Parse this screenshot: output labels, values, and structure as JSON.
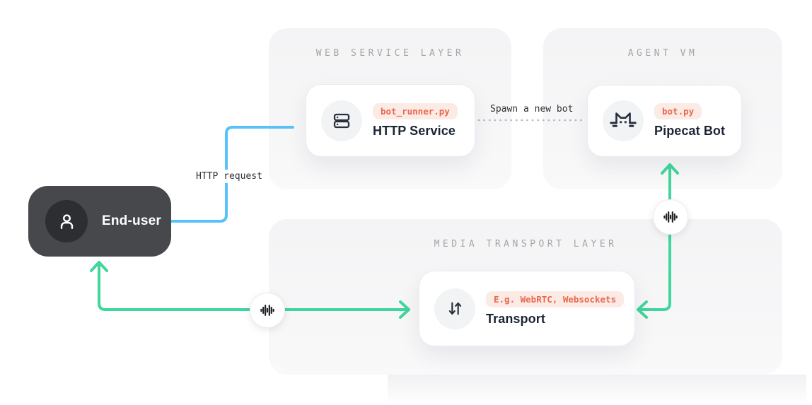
{
  "diagram": {
    "layers": [
      {
        "id": "web-service-layer",
        "title": "WEB SERVICE LAYER"
      },
      {
        "id": "agent-vm",
        "title": "AGENT VM"
      },
      {
        "id": "media-transport-layer",
        "title": "MEDIA TRANSPORT LAYER"
      }
    ],
    "nodes": {
      "end_user": {
        "label": "End-user",
        "icon": "user-icon"
      },
      "http_service": {
        "badge": "bot_runner.py",
        "title": "HTTP Service",
        "icon": "server-icon"
      },
      "pipecat_bot": {
        "badge": "bot.py",
        "title": "Pipecat Bot",
        "icon": "cat-icon"
      },
      "transport": {
        "badge": "E.g. WebRTC, Websockets",
        "title": "Transport",
        "icon": "transfer-arrows-icon"
      }
    },
    "edges": {
      "http_request": {
        "label": "HTTP request",
        "from": "end_user",
        "to": "http_service",
        "style": "solid",
        "color": "#57c2f8"
      },
      "spawn": {
        "label": "Spawn a new bot",
        "from": "http_service",
        "to": "pipecat_bot",
        "style": "dotted",
        "color": "#b6b7ba"
      },
      "media_user": {
        "label": "",
        "from": "transport",
        "to": "end_user",
        "style": "solid-bidirectional",
        "color": "#41d69b",
        "midpoint_icon": "waveform-icon"
      },
      "media_bot": {
        "label": "",
        "from": "transport",
        "to": "pipecat_bot",
        "style": "solid-bidirectional",
        "color": "#41d69b",
        "midpoint_icon": "waveform-icon"
      }
    },
    "colors": {
      "accent_blue": "#57c2f8",
      "accent_green": "#41d69b",
      "dotted_gray": "#b6b7ba",
      "panel_bg": "#f5f5f7",
      "layer_title": "#a4a5a8",
      "card_title": "#1c2434",
      "badge_text": "#e8674e",
      "badge_bg": "#fcebe5",
      "end_user_bg": "#47484c",
      "avatar_bg": "#2d2e32",
      "icon_stroke": "#2a2f3e"
    }
  }
}
